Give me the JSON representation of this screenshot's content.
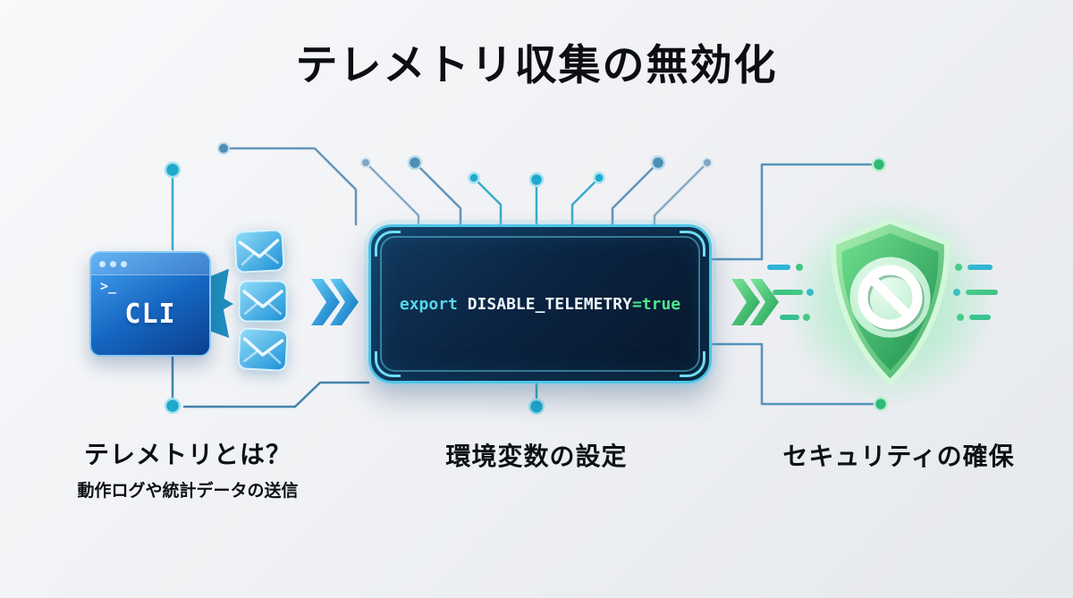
{
  "title": "テレメトリ収集の無効化",
  "cli_window": {
    "prompt": ">_",
    "label": "CLI"
  },
  "code_box": {
    "keyword": "export ",
    "variable": "DISABLE_TELEMETRY",
    "value": "=true"
  },
  "sections": {
    "left": {
      "heading": "テレメトリとは？",
      "subheading": "動作ログや統計データの送信"
    },
    "center": {
      "heading": "環境変数の設定"
    },
    "right": {
      "heading": "セキュリティの確保"
    }
  },
  "icons": {
    "terminal": "cli-terminal-window-icon",
    "mail": "mail-envelope-icon",
    "chevron": "chevron-right-icon",
    "shield": "security-shield-icon",
    "block": "no-entry-block-icon",
    "node": "circuit-node-dot"
  },
  "colors": {
    "background": "#eef0f3",
    "accent_blue": "#1f8fbe",
    "accent_teal": "#2fb3d4",
    "accent_green": "#3fc584",
    "code_keyword": "#55d7e9",
    "code_variable": "#edf6fb",
    "code_value": "#4fe68c",
    "panel_border": "#4ec5e8"
  }
}
